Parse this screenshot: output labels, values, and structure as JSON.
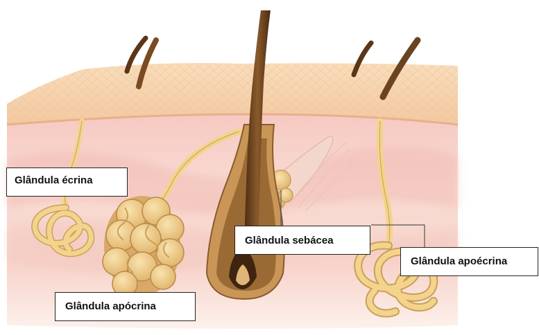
{
  "diagram": {
    "labels": {
      "ecrina": "Glândula écrina",
      "sebacea": "Glândula sebácea",
      "apoecrina": "Glândula apoécrina",
      "apocrina": "Glândula apócrina"
    },
    "colors": {
      "epidermis": "#f7d4ab",
      "epidermis_texture": "#eec9a0",
      "dermis": "#f8dbd2",
      "dermis_shadow": "#eab5ae",
      "gland": "#f4d38c",
      "gland_outline": "#c8a05a",
      "gland_shadow": "#d9a96a",
      "hair": "#6b4320",
      "hair_dark": "#3f2510",
      "follicle": "#b07a3c"
    }
  }
}
